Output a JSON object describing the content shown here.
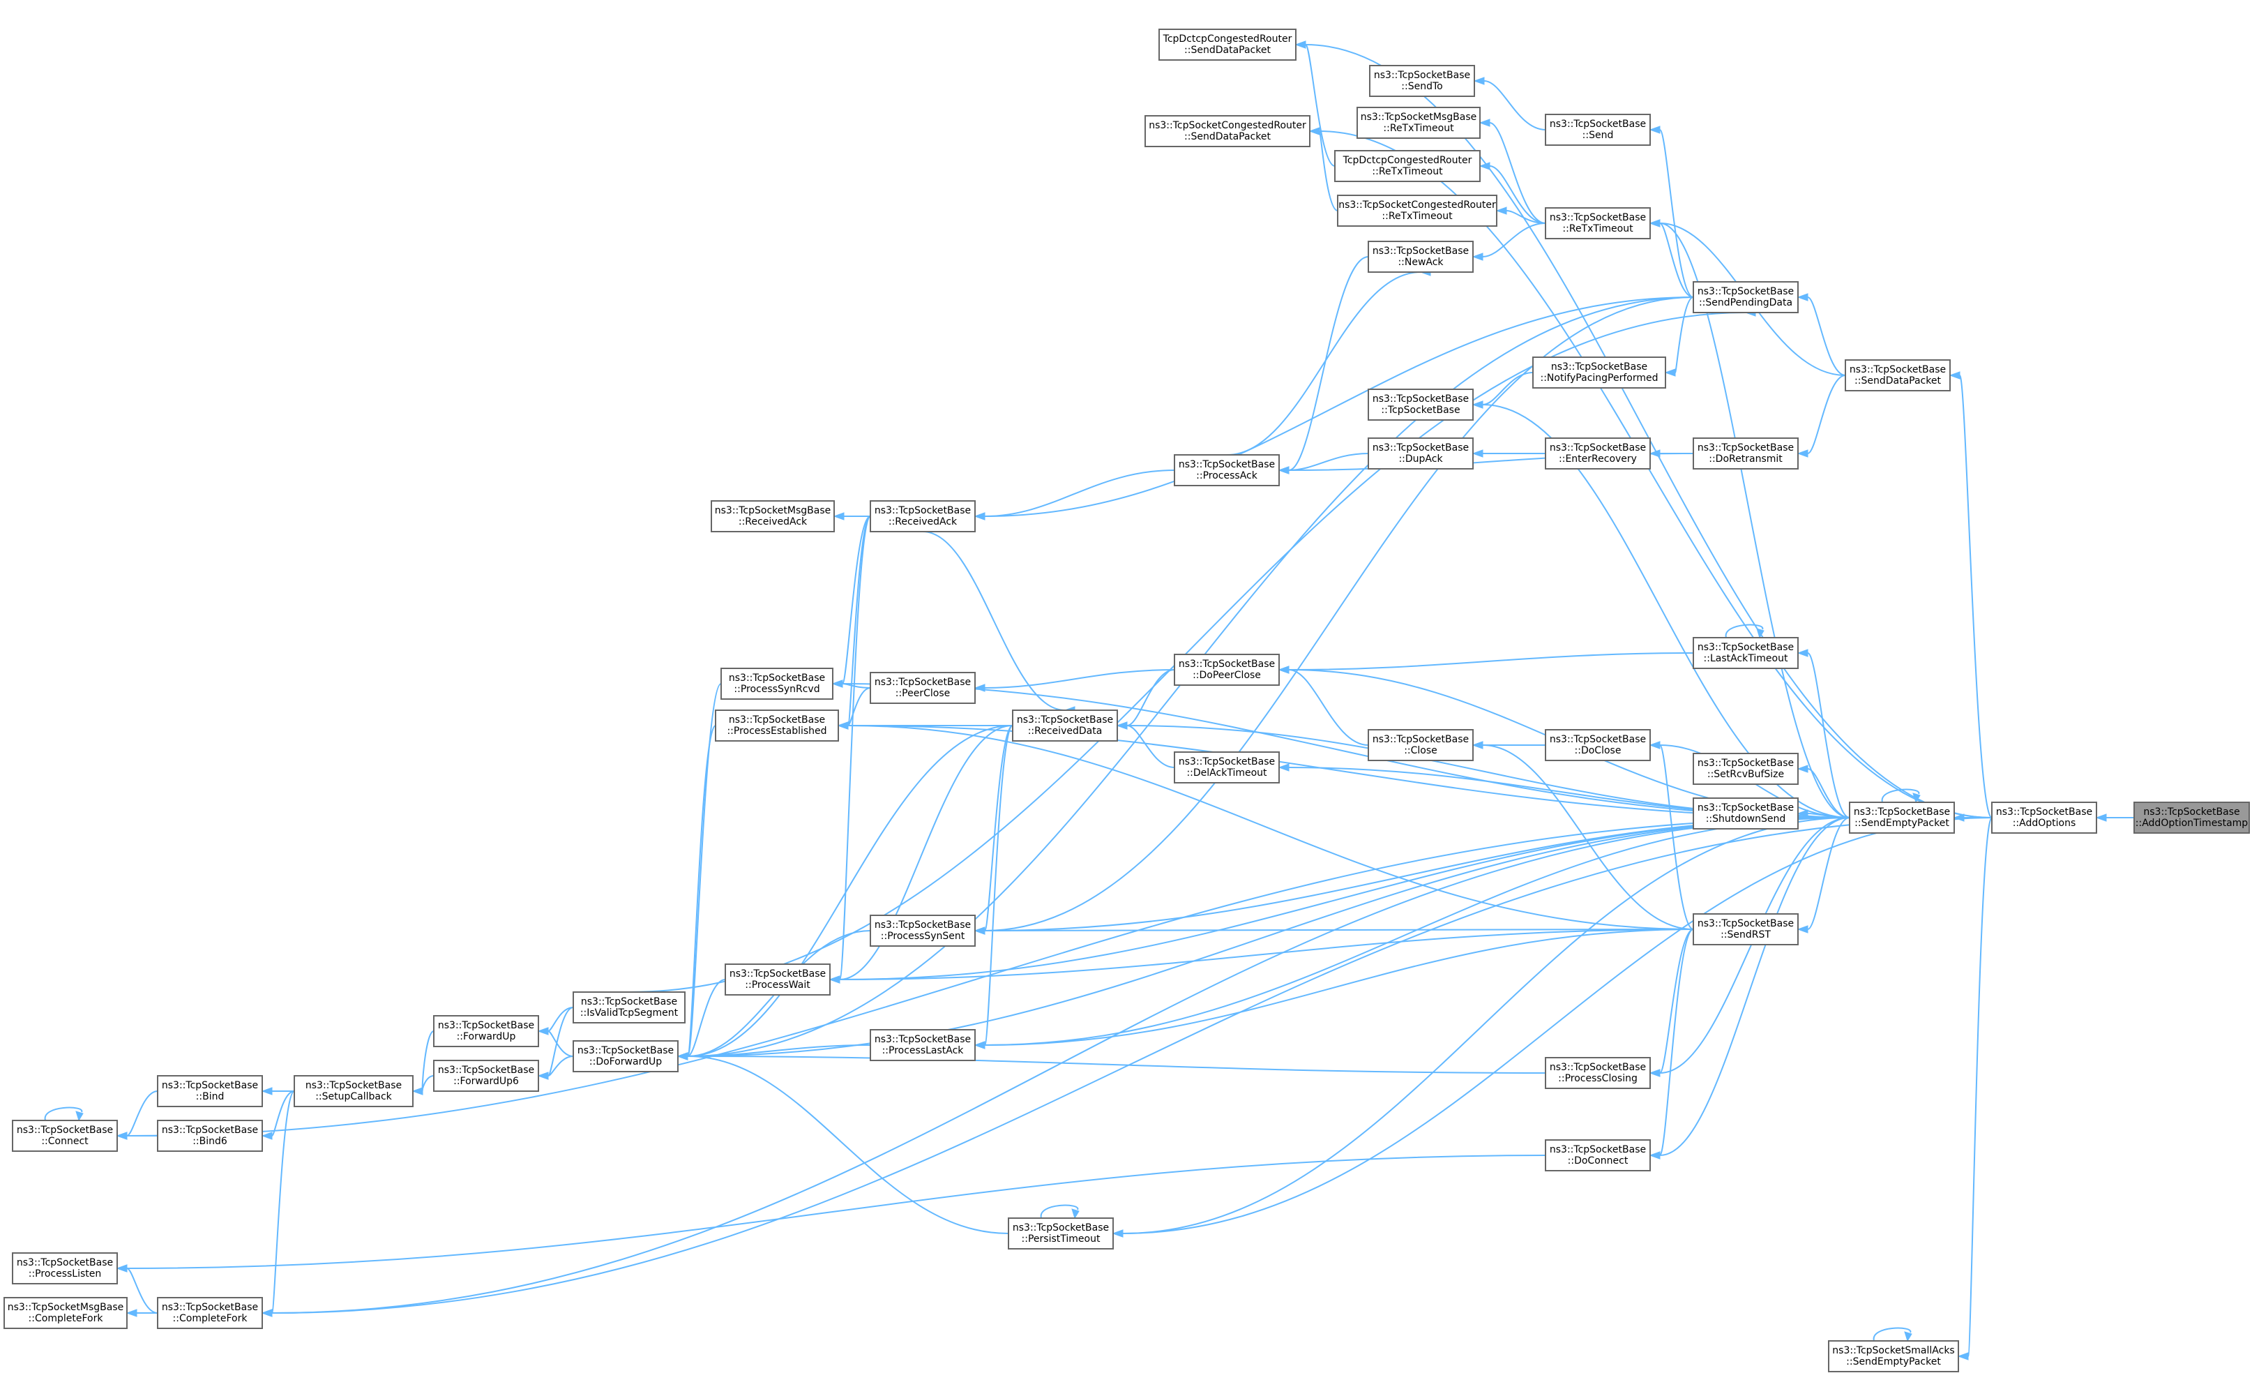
{
  "nodes": {
    "add_option_timestamp": {
      "l1": "ns3::TcpSocketBase",
      "l2": "::AddOptionTimestamp"
    },
    "add_options": {
      "l1": "ns3::TcpSocketBase",
      "l2": "::AddOptions"
    },
    "send_empty_packet": {
      "l1": "ns3::TcpSocketBase",
      "l2": "::SendEmptyPacket"
    },
    "send_data_packet": {
      "l1": "ns3::TcpSocketBase",
      "l2": "::SendDataPacket"
    },
    "small_acks_send_empty": {
      "l1": "ns3::TcpSocketSmallAcks",
      "l2": "::SendEmptyPacket"
    },
    "dctcp_send_data": {
      "l1": "TcpDctcpCongestedRouter",
      "l2": "::SendDataPacket"
    },
    "congested_send_data": {
      "l1": "ns3::TcpSocketCongestedRouter",
      "l2": "::SendDataPacket"
    },
    "send_to": {
      "l1": "ns3::TcpSocketBase",
      "l2": "::SendTo"
    },
    "send": {
      "l1": "ns3::TcpSocketBase",
      "l2": "::Send"
    },
    "msg_retx_timeout": {
      "l1": "ns3::TcpSocketMsgBase",
      "l2": "::ReTxTimeout"
    },
    "dctcp_retx_timeout": {
      "l1": "TcpDctcpCongestedRouter",
      "l2": "::ReTxTimeout"
    },
    "congested_retx_timeout": {
      "l1": "ns3::TcpSocketCongestedRouter",
      "l2": "::ReTxTimeout"
    },
    "retx_timeout": {
      "l1": "ns3::TcpSocketBase",
      "l2": "::ReTxTimeout"
    },
    "new_ack": {
      "l1": "ns3::TcpSocketBase",
      "l2": "::NewAck"
    },
    "send_pending_data": {
      "l1": "ns3::TcpSocketBase",
      "l2": "::SendPendingData"
    },
    "notify_pacing": {
      "l1": "ns3::TcpSocketBase",
      "l2": "::NotifyPacingPerformed"
    },
    "tcp_socket_base": {
      "l1": "ns3::TcpSocketBase",
      "l2": "::TcpSocketBase"
    },
    "process_ack": {
      "l1": "ns3::TcpSocketBase",
      "l2": "::ProcessAck"
    },
    "dup_ack": {
      "l1": "ns3::TcpSocketBase",
      "l2": "::DupAck"
    },
    "enter_recovery": {
      "l1": "ns3::TcpSocketBase",
      "l2": "::EnterRecovery"
    },
    "do_retransmit": {
      "l1": "ns3::TcpSocketBase",
      "l2": "::DoRetransmit"
    },
    "msg_received_ack": {
      "l1": "ns3::TcpSocketMsgBase",
      "l2": "::ReceivedAck"
    },
    "received_ack": {
      "l1": "ns3::TcpSocketBase",
      "l2": "::ReceivedAck"
    },
    "last_ack_timeout": {
      "l1": "ns3::TcpSocketBase",
      "l2": "::LastAckTimeout"
    },
    "do_peer_close": {
      "l1": "ns3::TcpSocketBase",
      "l2": "::DoPeerClose"
    },
    "process_syn_rcvd": {
      "l1": "ns3::TcpSocketBase",
      "l2": "::ProcessSynRcvd"
    },
    "peer_close": {
      "l1": "ns3::TcpSocketBase",
      "l2": "::PeerClose"
    },
    "process_established": {
      "l1": "ns3::TcpSocketBase",
      "l2": "::ProcessEstablished"
    },
    "received_data": {
      "l1": "ns3::TcpSocketBase",
      "l2": "::ReceivedData"
    },
    "close": {
      "l1": "ns3::TcpSocketBase",
      "l2": "::Close"
    },
    "do_close": {
      "l1": "ns3::TcpSocketBase",
      "l2": "::DoClose"
    },
    "del_ack_timeout": {
      "l1": "ns3::TcpSocketBase",
      "l2": "::DelAckTimeout"
    },
    "set_rcv_buf_size": {
      "l1": "ns3::TcpSocketBase",
      "l2": "::SetRcvBufSize"
    },
    "shutdown_send": {
      "l1": "ns3::TcpSocketBase",
      "l2": "::ShutdownSend"
    },
    "send_rst": {
      "l1": "ns3::TcpSocketBase",
      "l2": "::SendRST"
    },
    "process_syn_sent": {
      "l1": "ns3::TcpSocketBase",
      "l2": "::ProcessSynSent"
    },
    "process_wait": {
      "l1": "ns3::TcpSocketBase",
      "l2": "::ProcessWait"
    },
    "is_valid_tcp_segment": {
      "l1": "ns3::TcpSocketBase",
      "l2": "::IsValidTcpSegment"
    },
    "forward_up": {
      "l1": "ns3::TcpSocketBase",
      "l2": "::ForwardUp"
    },
    "forward_up6": {
      "l1": "ns3::TcpSocketBase",
      "l2": "::ForwardUp6"
    },
    "do_forward_up": {
      "l1": "ns3::TcpSocketBase",
      "l2": "::DoForwardUp"
    },
    "process_last_ack": {
      "l1": "ns3::TcpSocketBase",
      "l2": "::ProcessLastAck"
    },
    "process_closing": {
      "l1": "ns3::TcpSocketBase",
      "l2": "::ProcessClosing"
    },
    "do_connect": {
      "l1": "ns3::TcpSocketBase",
      "l2": "::DoConnect"
    },
    "bind": {
      "l1": "ns3::TcpSocketBase",
      "l2": "::Bind"
    },
    "bind6": {
      "l1": "ns3::TcpSocketBase",
      "l2": "::Bind6"
    },
    "setup_callback": {
      "l1": "ns3::TcpSocketBase",
      "l2": "::SetupCallback"
    },
    "connect": {
      "l1": "ns3::TcpSocketBase",
      "l2": "::Connect"
    },
    "persist_timeout": {
      "l1": "ns3::TcpSocketBase",
      "l2": "::PersistTimeout"
    },
    "process_listen": {
      "l1": "ns3::TcpSocketBase",
      "l2": "::ProcessListen"
    },
    "complete_fork": {
      "l1": "ns3::TcpSocketBase",
      "l2": "::CompleteFork"
    },
    "msg_complete_fork": {
      "l1": "ns3::TcpSocketMsgBase",
      "l2": "::CompleteFork"
    }
  },
  "colors": {
    "edge": "#63b8ff",
    "node_border": "#666666",
    "root_fill": "#999999"
  }
}
